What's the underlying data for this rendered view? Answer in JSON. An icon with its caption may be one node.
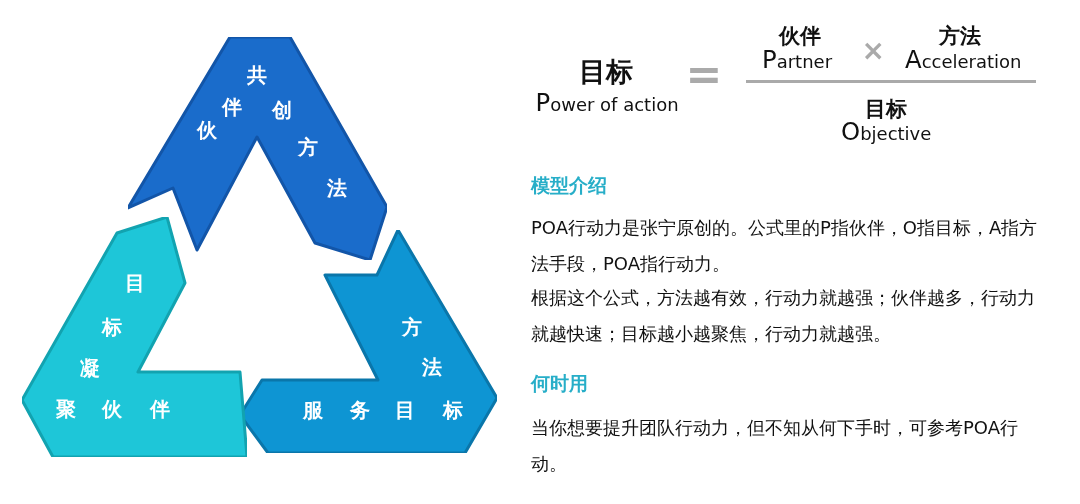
{
  "diagram": {
    "nodes": [
      {
        "text": [
          "伙伴共创方法"
        ]
      },
      {
        "text": [
          "方法服务目标"
        ]
      },
      {
        "text": [
          "目标凝聚伙伴"
        ]
      }
    ],
    "labels": [
      "目标",
      "Power of action",
      "=",
      "伙伴",
      "Partner",
      "×",
      "方法",
      "Acceleration",
      "目标",
      "Objective",
      "模型介绍",
      "POA行动力是张宁原创的。公式里的P指伙伴，O指目标，A指方法手段，POA指行动力。",
      "根据这个公式，方法越有效，行动力就越强；伙伴越多，行动力就越快速；目标越小越聚焦，行动力就越强。",
      "何时用",
      "当你想要提升团队行动力，但不知从何下手时，可参考POA行动。"
    ]
  }
}
